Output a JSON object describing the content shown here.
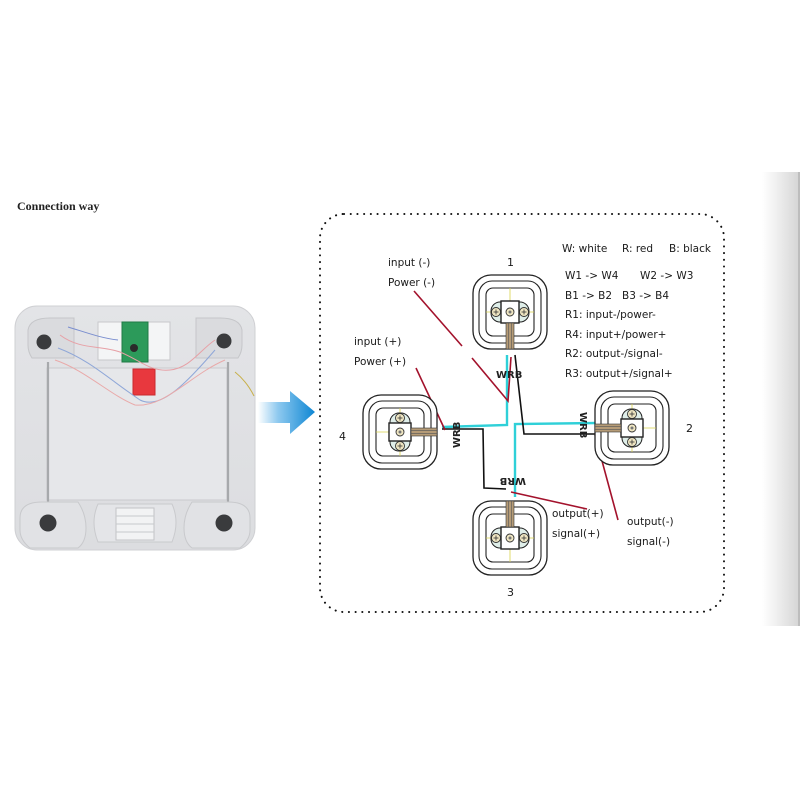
{
  "page": {
    "section_title": "Connection way"
  },
  "photo": {
    "subject": "bathroom-scale-underside",
    "components": [
      "load-cell-foot",
      "pcb-board-green",
      "hx711-module-red",
      "battery-compartment",
      "wires"
    ]
  },
  "arrow": {
    "icon": "arrow-right-icon",
    "color": "#1a8fd6"
  },
  "diagram": {
    "legend": {
      "white": "W: white",
      "red": "R: red",
      "black": "B: black"
    },
    "connections": [
      "W1 -> W4",
      "W2 -> W3",
      "B1 -> B2",
      "B3 -> B4"
    ],
    "red_wire_roles": [
      "R1: input-/power-",
      "R4: input+/power+",
      "R2: output-/signal-",
      "R3: output+/signal+"
    ],
    "sensors": [
      {
        "id": "1",
        "label": "1"
      },
      {
        "id": "2",
        "label": "2"
      },
      {
        "id": "3",
        "label": "3"
      },
      {
        "id": "4",
        "label": "4"
      }
    ],
    "wire_code": "WRB",
    "callouts": {
      "input_minus": "input (-)",
      "power_minus": "Power (-)",
      "input_plus": "input (+)",
      "power_plus": "Power (+)",
      "output_plus": "output(+)",
      "signal_plus": "signal(+)",
      "output_minus": "output(-)",
      "signal_minus": "signal(-)"
    },
    "colors": {
      "white_wire": "#2fd0d8",
      "red_wire": "#a3122c",
      "black_wire": "#111111",
      "border_dots": "#111111"
    }
  }
}
